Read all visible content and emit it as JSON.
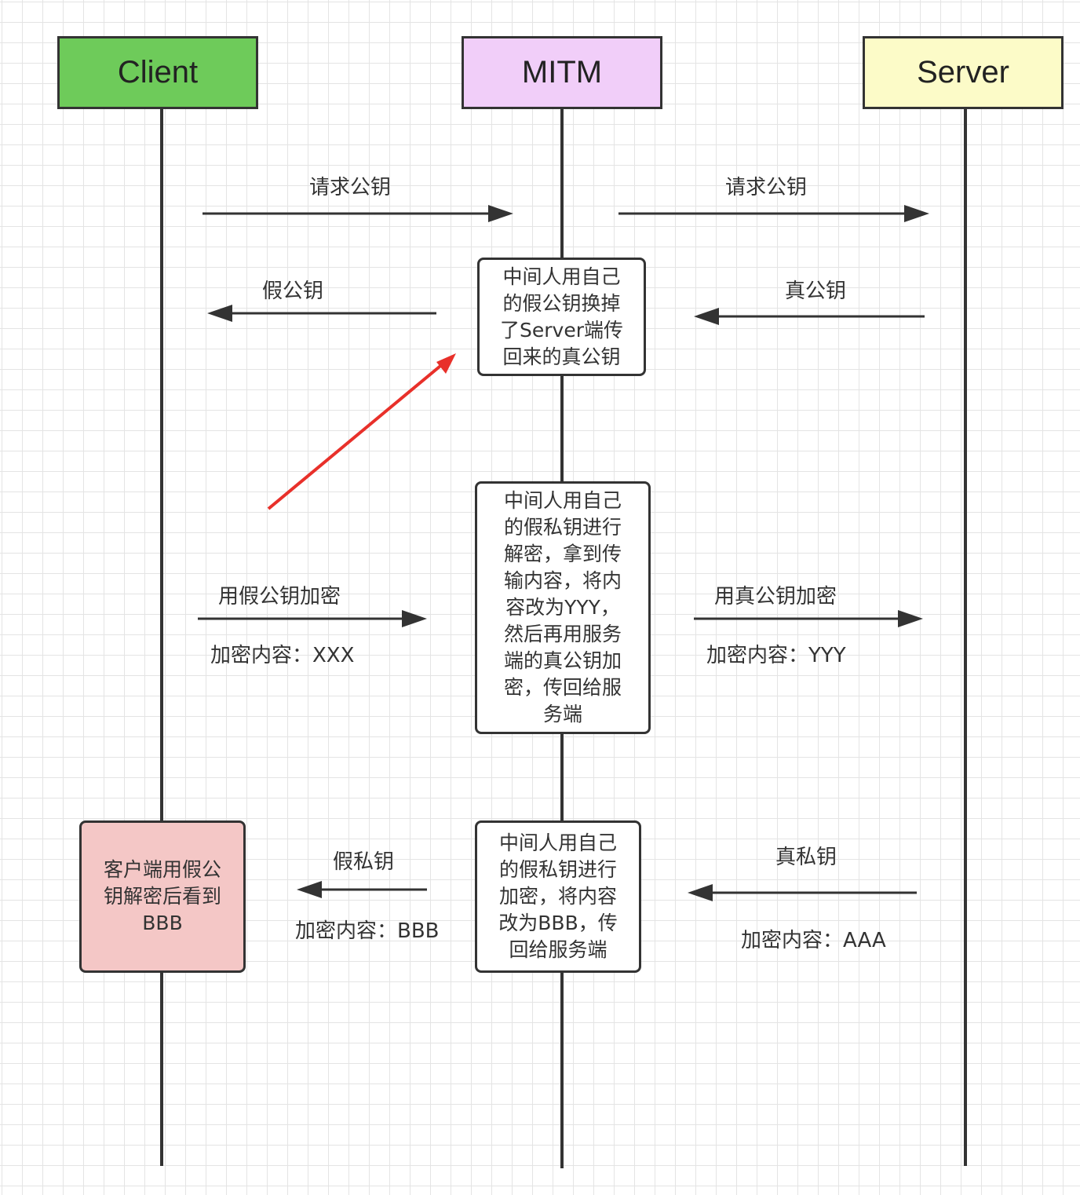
{
  "actors": {
    "client": {
      "label": "Client",
      "color": "#6ecb5a"
    },
    "mitm": {
      "label": "MITM",
      "color": "#f1cef9"
    },
    "server": {
      "label": "Server",
      "color": "#fcfbc8"
    }
  },
  "notes": {
    "swap_key": "中间人用自己\n的假公钥换掉\n了Server端传\n回来的真公钥",
    "decrypt_forward": "中间人用自己\n的假私钥进行\n解密，拿到传\n输内容，将内\n容改为YYY，\n然后再用服务\n端的真公钥加\n密，传回给服\n务端",
    "encrypt_return": "中间人用自己\n的假私钥进行\n加密，将内容\n改为BBB，传\n回给服务端",
    "client_result": "客户端用假公\n钥解密后看到\nBBB"
  },
  "messages": {
    "m1": "请求公钥",
    "m2": "请求公钥",
    "m3": "假公钥",
    "m4": "真公钥",
    "m5": "用假公钥加密",
    "m5_sub": "加密内容：XXX",
    "m6": "用真公钥加密",
    "m6_sub": "加密内容：YYY",
    "m7": "假私钥",
    "m7_sub": "加密内容：BBB",
    "m8": "真私钥",
    "m8_sub": "加密内容：AAA"
  },
  "colors": {
    "line": "#333333",
    "highlight_arrow": "#e8302a",
    "client_result_fill": "#f4c7c6"
  }
}
